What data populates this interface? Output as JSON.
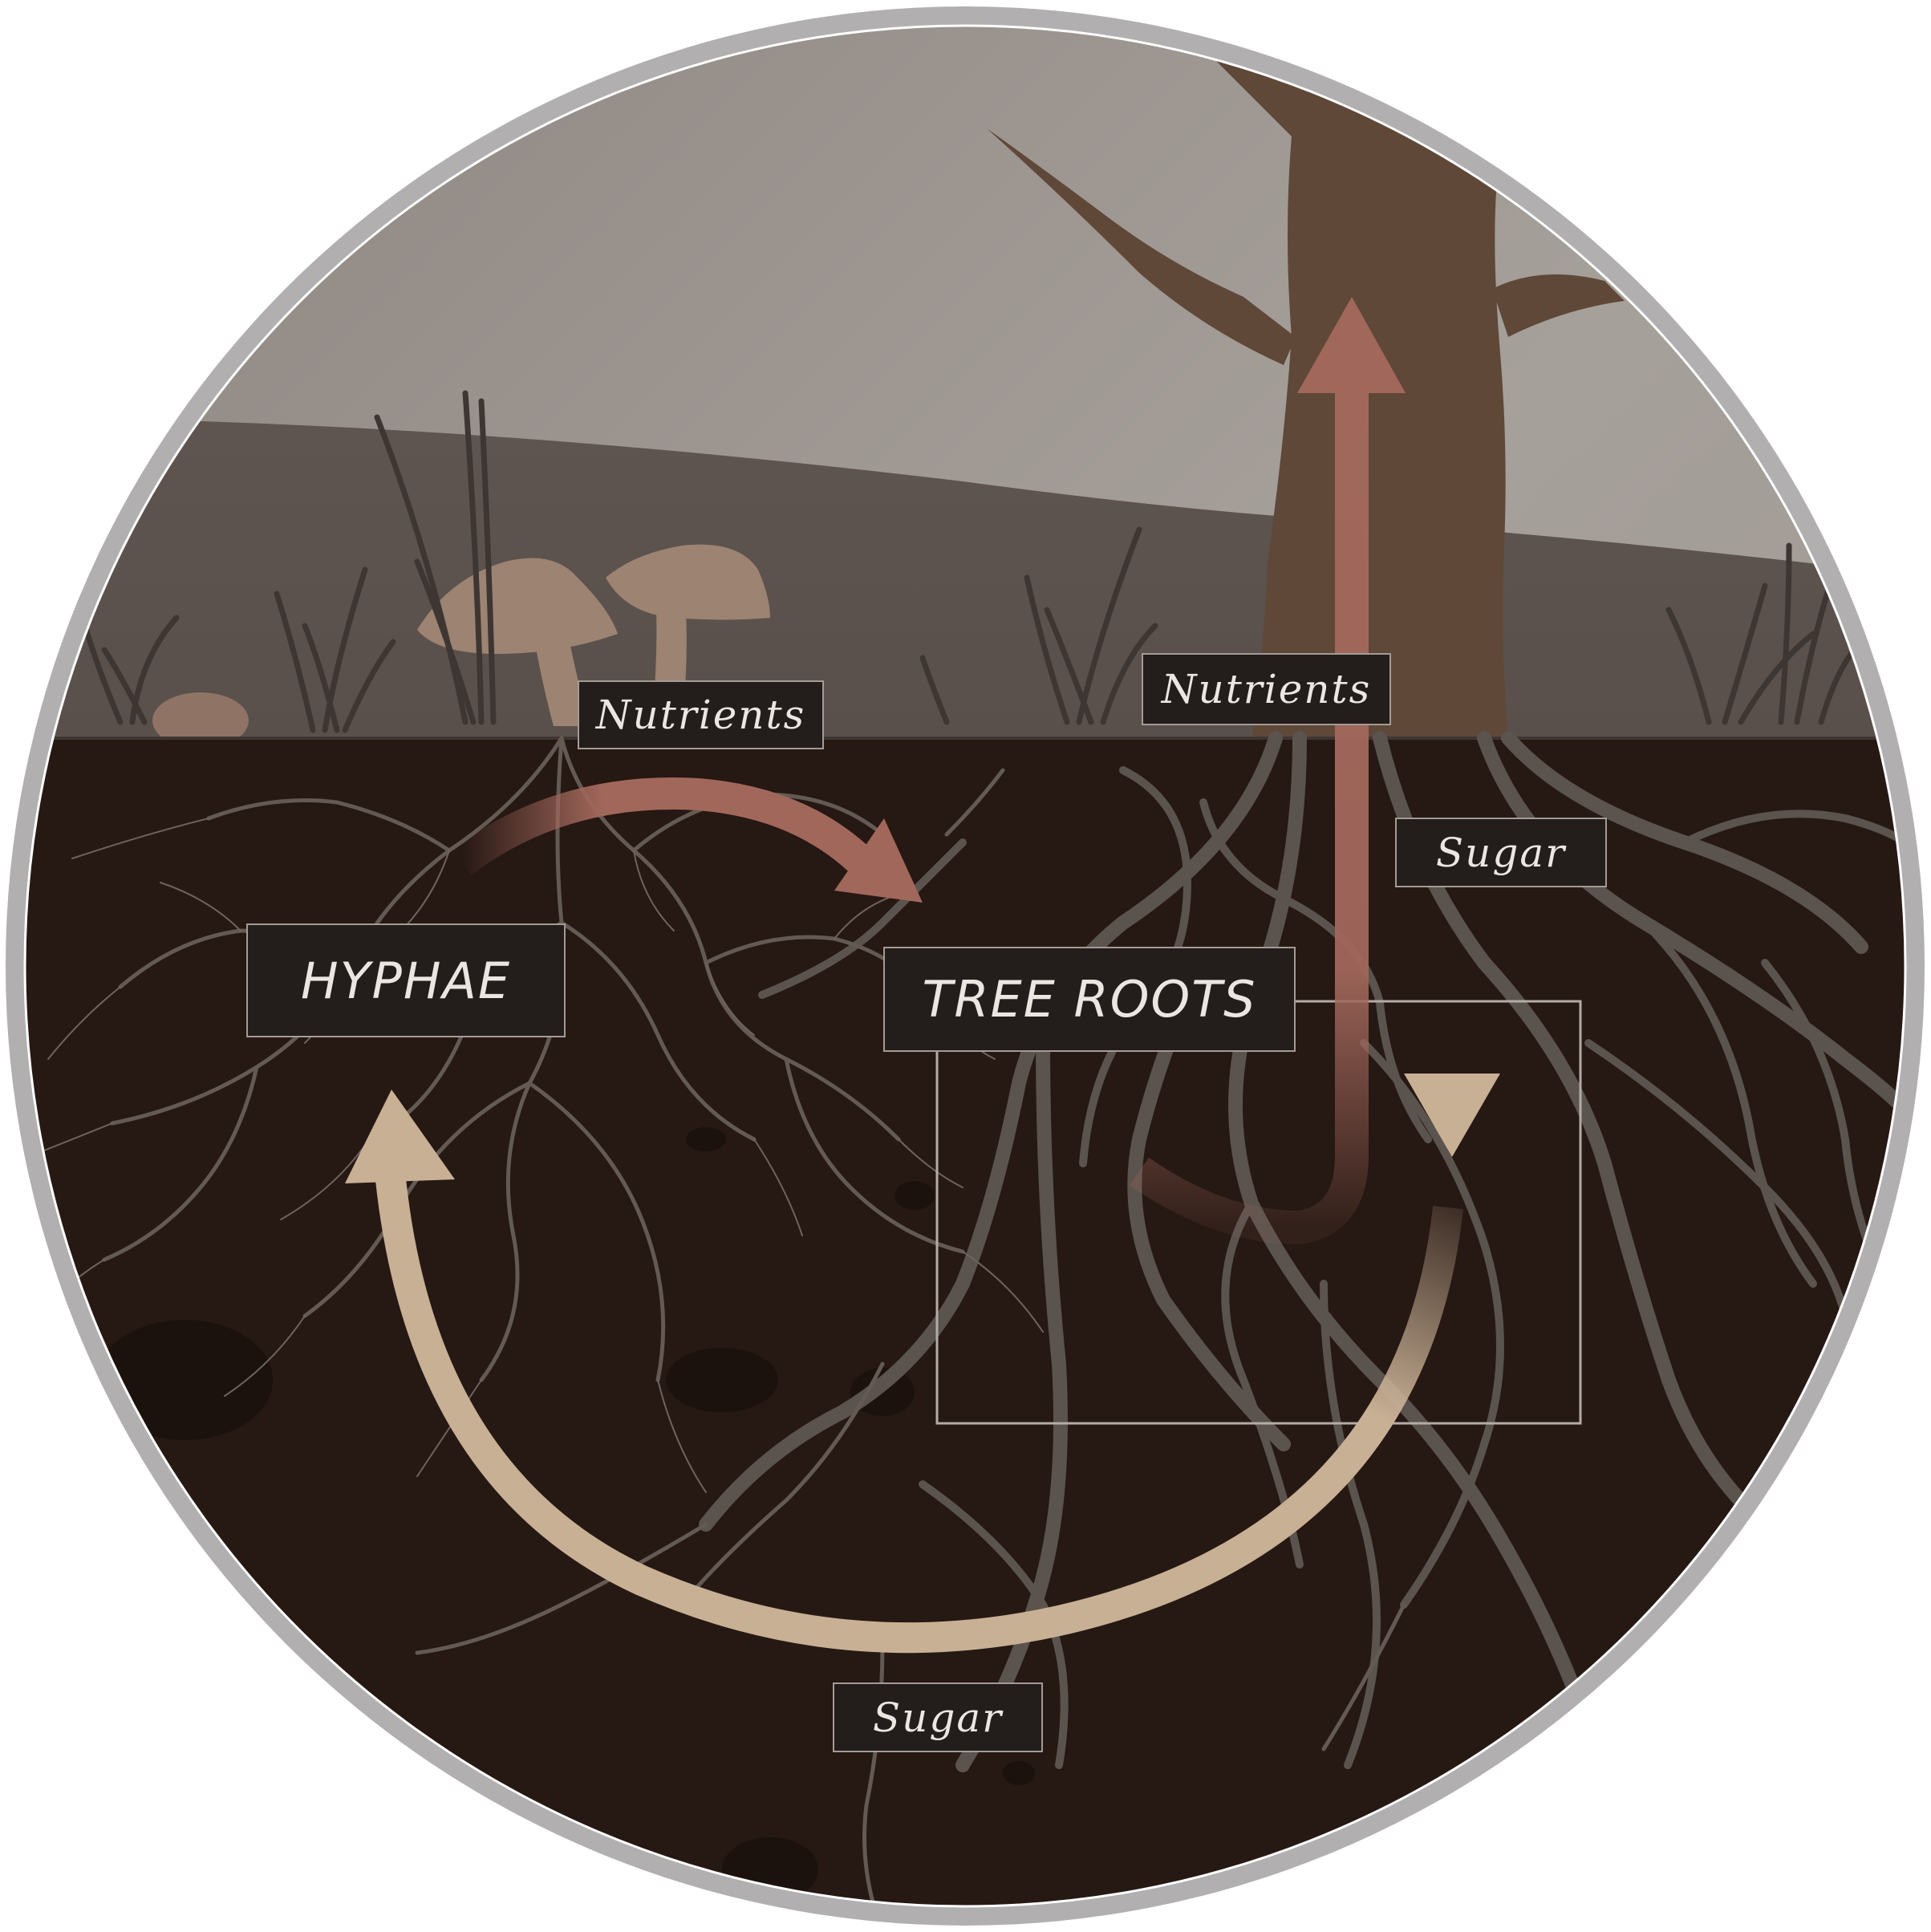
{
  "labels": {
    "hyphae": "HYPHAE",
    "tree_roots": "TREE ROOTS",
    "nutrients_left": "Nutrients",
    "nutrients_right": "Nutrients",
    "sugar_right": "Sugar",
    "sugar_bottom": "Sugar"
  },
  "colors": {
    "sky": "#a39a94",
    "hills": "#5f5551",
    "soil": "#261813",
    "roots": "#5b534e",
    "trunk": "#5f4838",
    "mushroom": "#9c8372",
    "nutrients_arrow": "#a1675b",
    "sugar_arrow": "#c8b095",
    "frame": "#b2b0b1"
  }
}
